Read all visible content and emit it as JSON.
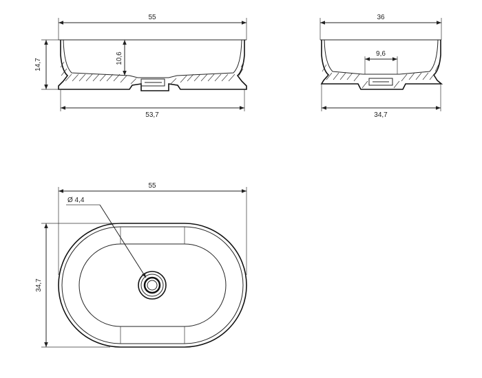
{
  "drawing": {
    "side_view": {
      "width_top": "55",
      "height_total": "14,7",
      "inner_depth": "10,6",
      "width_bottom": "53,7"
    },
    "end_view": {
      "width_top": "36",
      "drain_width": "9,6",
      "width_bottom": "34,7"
    },
    "top_view": {
      "width": "55",
      "depth": "34,7",
      "drain_diameter": "Ø 4,4"
    }
  }
}
